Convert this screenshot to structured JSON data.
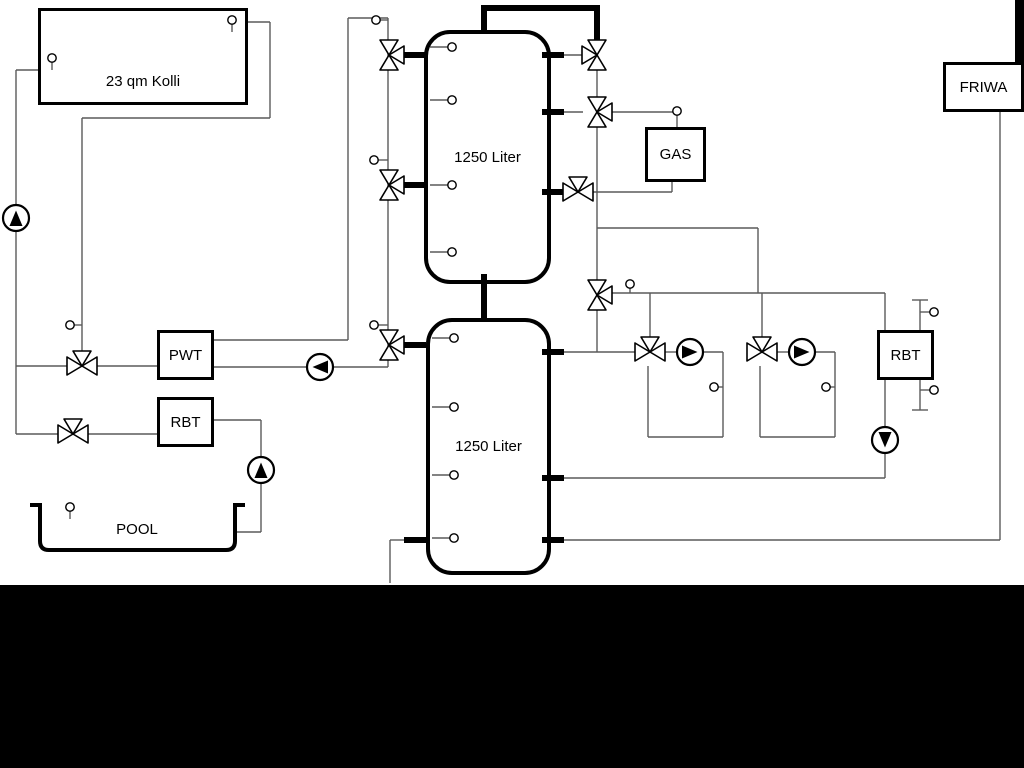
{
  "labels": {
    "collector": "23 qm Kolli",
    "tank1": "1250 Liter",
    "tank2": "1250 Liter",
    "gas": "GAS",
    "friwa": "FRIWA",
    "pwt": "PWT",
    "rbt_left": "RBT",
    "rbt_right": "RBT",
    "pool": "POOL"
  },
  "colors": {
    "line": "#5a5a5a",
    "main_line": "#000000",
    "background": "#ffffff",
    "mask": "#000000"
  }
}
